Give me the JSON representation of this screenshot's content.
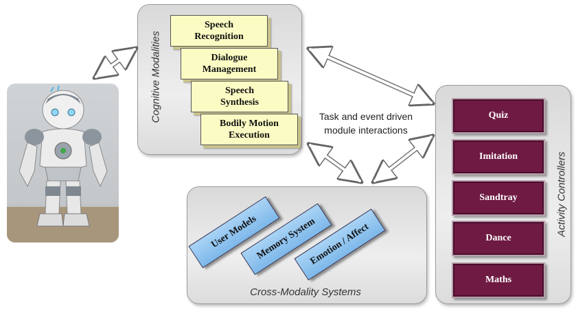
{
  "cognitive_modalities": {
    "label": "Cognitive Modalities",
    "modules": [
      {
        "label": "Speech\nRecognition"
      },
      {
        "label": "Dialogue\nManagement"
      },
      {
        "label": "Speech\nSynthesis"
      },
      {
        "label": "Bodily Motion\nExecution"
      }
    ]
  },
  "interaction_caption": "Task and event driven module interactions",
  "cross_modality": {
    "label": "Cross-Modality Systems",
    "systems": [
      {
        "label": "User Models"
      },
      {
        "label": "Memory System"
      },
      {
        "label": "Emotion / Affect"
      }
    ]
  },
  "activity_controllers": {
    "label": "Activity Controllers",
    "items": [
      {
        "label": "Quiz"
      },
      {
        "label": "Imitation"
      },
      {
        "label": "Sandtray"
      },
      {
        "label": "Dance"
      },
      {
        "label": "Maths"
      }
    ]
  },
  "colors": {
    "module_fill": "#fbfbc4",
    "activity_fill": "#6e1a42",
    "system_fill": "#8ec4ee",
    "panel_fill": "#e6e6e6"
  },
  "icons": [
    "nao-robot-photo",
    "double-arrow"
  ]
}
